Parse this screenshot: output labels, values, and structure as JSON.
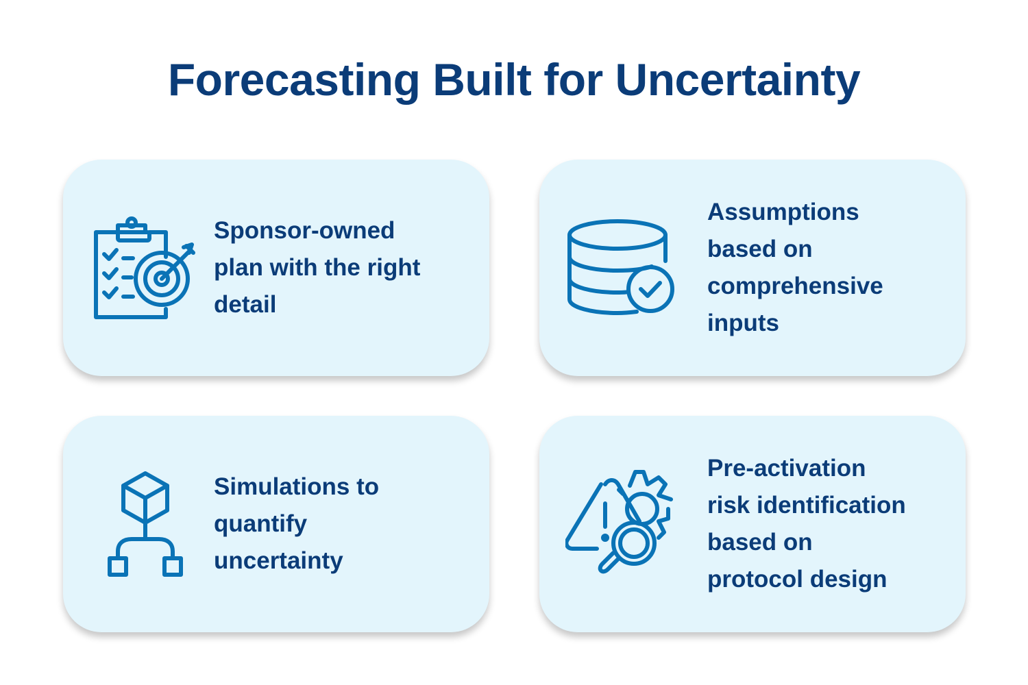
{
  "title": "Forecasting Built for Uncertainty",
  "colors": {
    "title": "#0b3c78",
    "icon": "#0a73b6",
    "card": "#e3f5fc"
  },
  "cards": [
    {
      "icon": "clipboard-target-icon",
      "text": "Sponsor-owned\nplan with the right\ndetail"
    },
    {
      "icon": "database-check-icon",
      "text": "Assumptions\nbased on\ncomprehensive\ninputs"
    },
    {
      "icon": "cube-flowchart-icon",
      "text": "Simulations to\nquantify\nuncertainty"
    },
    {
      "icon": "warning-gear-search-icon",
      "text": "Pre-activation\nrisk identification\nbased on\nprotocol design"
    }
  ]
}
